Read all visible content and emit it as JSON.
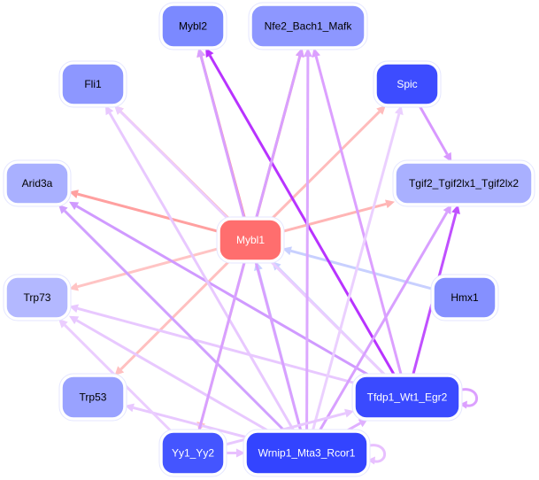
{
  "nodes": [
    {
      "id": "Mybl2",
      "label": "Mybl2",
      "fill": "#7b89ff",
      "text": "#000000"
    },
    {
      "id": "Nfe2_Bach1_Mafk",
      "label": "Nfe2_Bach1_Mafk",
      "fill": "#8d97ff",
      "text": "#000000"
    },
    {
      "id": "Fli1",
      "label": "Fli1",
      "fill": "#8d97ff",
      "text": "#000000"
    },
    {
      "id": "Spic",
      "label": "Spic",
      "fill": "#3d4cff",
      "text": "#ffffff"
    },
    {
      "id": "Arid3a",
      "label": "Arid3a",
      "fill": "#a9b0ff",
      "text": "#000000"
    },
    {
      "id": "Tgif2_Tgif2lx1_Tgif2lx2",
      "label": "Tgif2_Tgif2lx1_Tgif2lx2",
      "fill": "#a9b0ff",
      "text": "#000000"
    },
    {
      "id": "Mybl1",
      "label": "Mybl1",
      "fill": "#ff6e6e",
      "text": "#ffffff"
    },
    {
      "id": "Hmx1",
      "label": "Hmx1",
      "fill": "#8590ff",
      "text": "#000000"
    },
    {
      "id": "Trp73",
      "label": "Trp73",
      "fill": "#b3b8ff",
      "text": "#000000"
    },
    {
      "id": "Tfdp1_Wt1_Egr2",
      "label": "Tfdp1_Wt1_Egr2",
      "fill": "#3a4aff",
      "text": "#ffffff"
    },
    {
      "id": "Trp53",
      "label": "Trp53",
      "fill": "#99a2ff",
      "text": "#000000"
    },
    {
      "id": "Yy1_Yy2",
      "label": "Yy1_Yy2",
      "fill": "#4455ff",
      "text": "#ffffff"
    },
    {
      "id": "Wrnip1_Mta3_Rcor1",
      "label": "Wrnip1_Mta3_Rcor1",
      "fill": "#3344ff",
      "text": "#ffffff"
    }
  ],
  "edges": [
    {
      "from": "Mybl1",
      "to": "Mybl2",
      "color": "#ff8a8a"
    },
    {
      "from": "Mybl1",
      "to": "Nfe2_Bach1_Mafk",
      "color": "#ff8080"
    },
    {
      "from": "Mybl1",
      "to": "Fli1",
      "color": "#ffb8b8"
    },
    {
      "from": "Mybl1",
      "to": "Spic",
      "color": "#ffbcbc"
    },
    {
      "from": "Mybl1",
      "to": "Arid3a",
      "color": "#ffa0a0"
    },
    {
      "from": "Mybl1",
      "to": "Tgif2_Tgif2lx1_Tgif2lx2",
      "color": "#ffb5b5"
    },
    {
      "from": "Mybl1",
      "to": "Trp73",
      "color": "#ffc4c4"
    },
    {
      "from": "Mybl1",
      "to": "Trp53",
      "color": "#ffc0c0"
    },
    {
      "from": "Mybl1",
      "to": "Yy1_Yy2",
      "color": "#ffc0c0"
    },
    {
      "from": "Hmx1",
      "to": "Mybl1",
      "color": "#c8d0ff"
    },
    {
      "from": "Wrnip1_Mta3_Rcor1",
      "to": "Mybl1",
      "color": "#c8d0ff"
    },
    {
      "from": "Tfdp1_Wt1_Egr2",
      "to": "Mybl1",
      "color": "#c8d0ff"
    },
    {
      "from": "Tfdp1_Wt1_Egr2",
      "to": "Mybl2",
      "color": "#b833ff"
    },
    {
      "from": "Tfdp1_Wt1_Egr2",
      "to": "Nfe2_Bach1_Mafk",
      "color": "#dca0ff"
    },
    {
      "from": "Tfdp1_Wt1_Egr2",
      "to": "Fli1",
      "color": "#ebcdff"
    },
    {
      "from": "Tfdp1_Wt1_Egr2",
      "to": "Arid3a",
      "color": "#d09aff"
    },
    {
      "from": "Tfdp1_Wt1_Egr2",
      "to": "Tgif2_Tgif2lx1_Tgif2lx2",
      "color": "#c050ff"
    },
    {
      "from": "Tfdp1_Wt1_Egr2",
      "to": "Trp73",
      "color": "#e8c8ff"
    },
    {
      "from": "Tfdp1_Wt1_Egr2",
      "to": "Tfdp1_Wt1_Egr2",
      "color": "#dca0ff"
    },
    {
      "from": "Spic",
      "to": "Tgif2_Tgif2lx1_Tgif2lx2",
      "color": "#d898ff"
    },
    {
      "from": "Wrnip1_Mta3_Rcor1",
      "to": "Mybl2",
      "color": "#d8a0ff"
    },
    {
      "from": "Wrnip1_Mta3_Rcor1",
      "to": "Nfe2_Bach1_Mafk",
      "color": "#dca8ff"
    },
    {
      "from": "Wrnip1_Mta3_Rcor1",
      "to": "Fli1",
      "color": "#e8c8ff"
    },
    {
      "from": "Wrnip1_Mta3_Rcor1",
      "to": "Spic",
      "color": "#ebd0ff"
    },
    {
      "from": "Wrnip1_Mta3_Rcor1",
      "to": "Arid3a",
      "color": "#d0a0ff"
    },
    {
      "from": "Wrnip1_Mta3_Rcor1",
      "to": "Tgif2_Tgif2lx1_Tgif2lx2",
      "color": "#d8a0ff"
    },
    {
      "from": "Wrnip1_Mta3_Rcor1",
      "to": "Trp73",
      "color": "#e8c8ff"
    },
    {
      "from": "Wrnip1_Mta3_Rcor1",
      "to": "Trp53",
      "color": "#e8c8ff"
    },
    {
      "from": "Wrnip1_Mta3_Rcor1",
      "to": "Tfdp1_Wt1_Egr2",
      "color": "#e0b0ff"
    },
    {
      "from": "Wrnip1_Mta3_Rcor1",
      "to": "Wrnip1_Mta3_Rcor1",
      "color": "#e8c0ff"
    },
    {
      "from": "Yy1_Yy2",
      "to": "Trp73",
      "color": "#ebcdff"
    },
    {
      "from": "Yy1_Yy2",
      "to": "Wrnip1_Mta3_Rcor1",
      "color": "#e8c0ff"
    },
    {
      "from": "Yy1_Yy2",
      "to": "Tfdp1_Wt1_Egr2",
      "color": "#e8c8ff"
    },
    {
      "from": "Yy1_Yy2",
      "to": "Nfe2_Bach1_Mafk",
      "color": "#d8a0ff"
    }
  ]
}
